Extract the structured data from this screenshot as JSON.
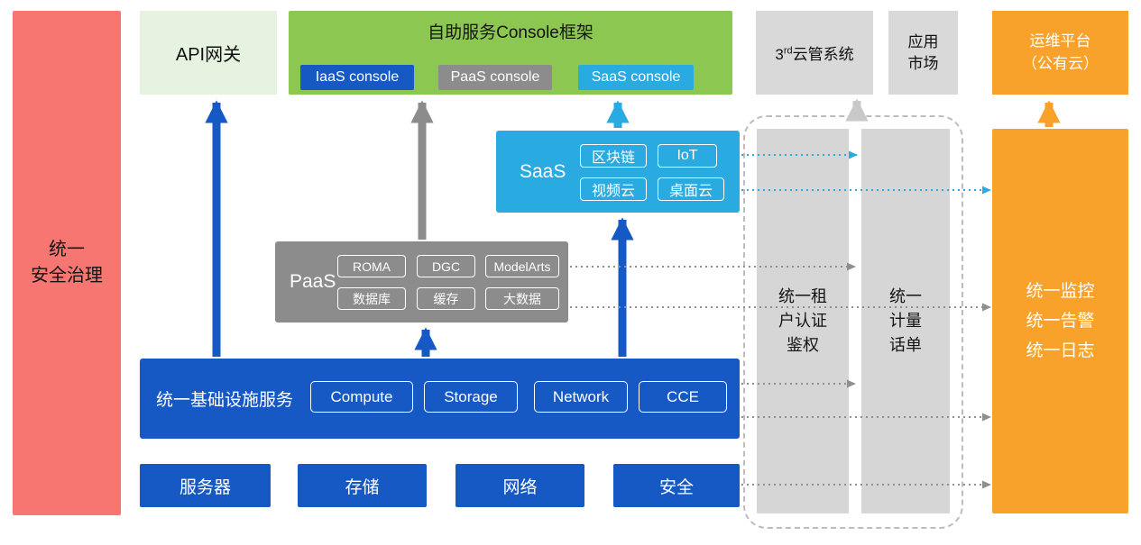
{
  "palette": {
    "red": "#F87672",
    "light_green": "#E5F3E0",
    "green": "#8CC752",
    "blue": "#1659C5",
    "gray": "#8C8C8C",
    "light_gray": "#D9D9D9",
    "cyan": "#29ABE2",
    "orange": "#F9A22B"
  },
  "security_bar": {
    "label": "统一\n安全治理"
  },
  "api_gateway": {
    "label": "API网关"
  },
  "console_frame": {
    "title": "自助服务Console框架",
    "iaas": "IaaS console",
    "paas": "PaaS console",
    "saas": "SaaS console"
  },
  "third_cloud": {
    "prefix": "3",
    "sup": "rd",
    "suffix": "云管系统"
  },
  "app_market": {
    "label": "应用\n市场"
  },
  "om_platform": {
    "label": "运维平台\n（公有云）"
  },
  "saas_box": {
    "label": "SaaS",
    "items": [
      "区块链",
      "IoT",
      "视频云",
      "桌面云"
    ]
  },
  "paas_box": {
    "label": "PaaS",
    "items": [
      "ROMA",
      "DGC",
      "ModelArts",
      "数据库",
      "缓存",
      "大数据"
    ]
  },
  "infra_box": {
    "label": "统一基础设施服务",
    "items": [
      "Compute",
      "Storage",
      "Network",
      "CCE"
    ]
  },
  "hardware_row": {
    "items": [
      "服务器",
      "存储",
      "网络",
      "安全"
    ]
  },
  "auth_column": {
    "label": "统一租\n户认证\n鉴权"
  },
  "metering_column": {
    "label": "统一\n计量\n话单"
  },
  "monitoring": {
    "label": "统一监控\n统一告警\n统一日志"
  }
}
